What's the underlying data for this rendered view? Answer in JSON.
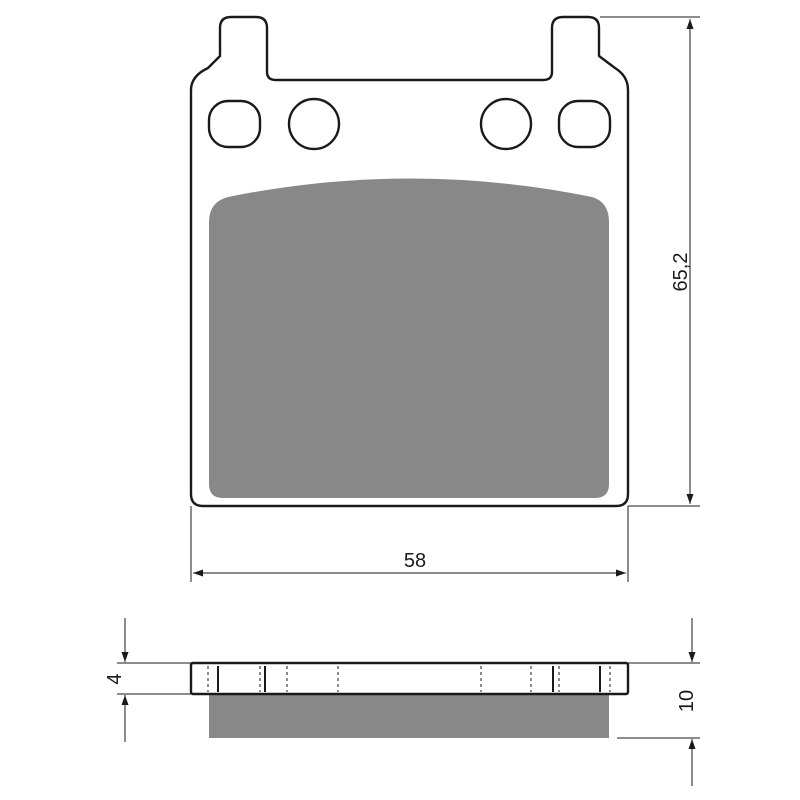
{
  "dimensions": {
    "width_label": "58",
    "height_label": "65,2",
    "backplate_thickness_label": "4",
    "total_thickness_label": "10"
  },
  "colors": {
    "outline": "#1a1a1a",
    "friction_material": "#888888",
    "background": "#ffffff"
  }
}
